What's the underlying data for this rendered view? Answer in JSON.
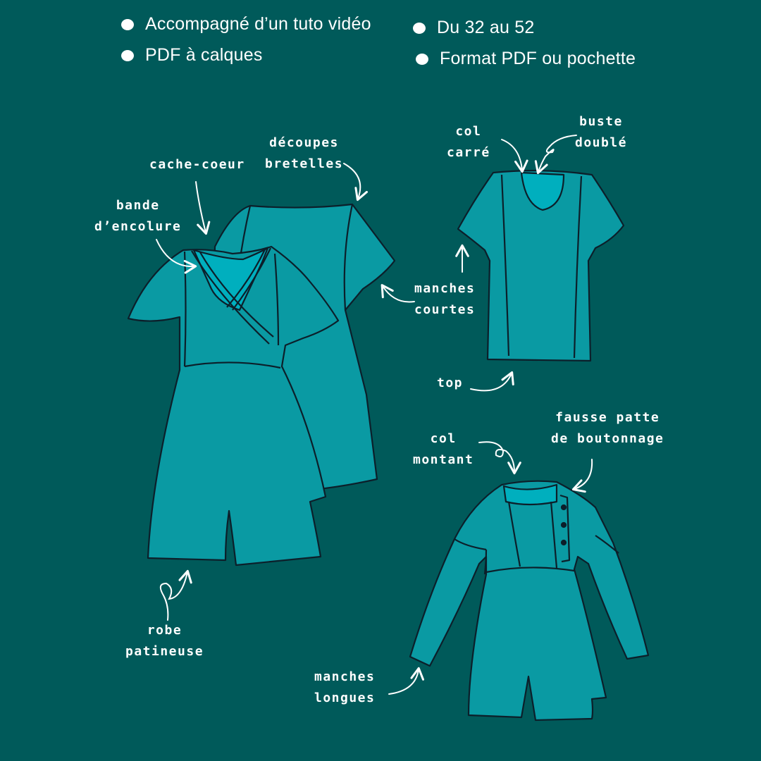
{
  "features": [
    "Accompagné d’un tuto vidéo",
    "PDF à calques",
    "Du 32 au 52",
    "Format PDF ou pochette"
  ],
  "annotations": {
    "cache_coeur": "cache-coeur",
    "decoupes_bretelles": [
      "découpes",
      "bretelles"
    ],
    "bande_encolure": [
      "bande",
      "d’encolure"
    ],
    "robe_patineuse": [
      "robe",
      "patineuse"
    ],
    "col_carre": [
      "col",
      "carré"
    ],
    "buste_double": [
      "buste",
      "doublé"
    ],
    "manches_courtes": [
      "manches",
      "courtes"
    ],
    "top": "top",
    "col_montant": [
      "col",
      "montant"
    ],
    "fausse_patte": [
      "fausse patte",
      "de boutonnage"
    ],
    "manches_longues": [
      "manches",
      "longues"
    ]
  },
  "colors": {
    "background": "#005a5a",
    "fabric": "#0a9aa3",
    "fabric_inner": "#00afbe",
    "outline": "#0c1f2a",
    "text": "#ffffff"
  }
}
